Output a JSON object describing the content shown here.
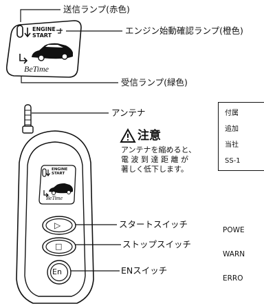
{
  "labels": {
    "send_lamp": "送信ランプ(赤色)",
    "engine_start_lamp": "エンジン始動確認ランプ(橙色)",
    "receive_lamp": "受信ランプ(緑色)",
    "antenna": "アンテナ",
    "start_switch": "スタートスイッチ",
    "stop_switch": "ストップスイッチ",
    "en_switch": "ENスイッチ"
  },
  "caution": {
    "title": "注意",
    "line1": "アンテナを縮めると、",
    "line2": "電 波 到 達 距 離 が",
    "line3": "著しく低下します。"
  },
  "device": {
    "engine_text": "ENGINE",
    "start_text": "START",
    "brand": "BeTime",
    "en_button": "En",
    "start_symbol": "▷",
    "stop_symbol": "□"
  },
  "right_box": {
    "line1": "付属",
    "line2": "追加",
    "line3": "当社",
    "line4": "SS-1"
  },
  "right_side": {
    "power": "POWE",
    "warn": "WARN",
    "error": "ERRO"
  }
}
